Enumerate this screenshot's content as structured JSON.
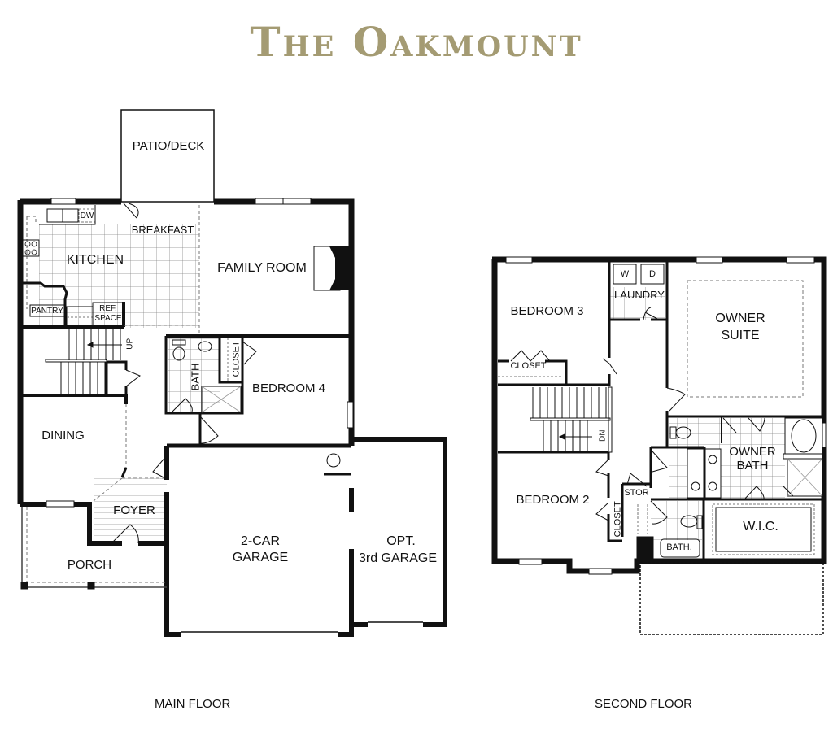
{
  "title": "The Oakmount",
  "colors": {
    "title": "#a49b73",
    "wall": "#111111",
    "background": "#ffffff"
  },
  "main_floor": {
    "caption": "MAIN FLOOR",
    "rooms": {
      "patio": "PATIO/DECK",
      "breakfast": "BREAKFAST",
      "kitchen": "KITCHEN",
      "family_room": "FAMILY ROOM",
      "pantry": "PANTRY",
      "ref_space_1": "REF.",
      "ref_space_2": "SPACE",
      "dw": "DW",
      "stair_up": "UP",
      "bath": "BATH",
      "closet": "CLOSET",
      "bedroom4": "BEDROOM 4",
      "dining": "DINING",
      "foyer": "FOYER",
      "porch": "PORCH",
      "garage_1": "2-CAR",
      "garage_2": "GARAGE",
      "opt_garage_1": "OPT.",
      "opt_garage_2": "3rd GARAGE"
    }
  },
  "second_floor": {
    "caption": "SECOND FLOOR",
    "rooms": {
      "bedroom3": "BEDROOM 3",
      "closet3": "CLOSET",
      "laundry": "LAUNDRY",
      "washer": "W",
      "dryer": "D",
      "owner_suite_1": "OWNER",
      "owner_suite_2": "SUITE",
      "stair_dn": "DN",
      "owner_bath_1": "OWNER",
      "owner_bath_2": "BATH",
      "bedroom2": "BEDROOM 2",
      "stor": "STOR",
      "closet2": "CLOSET",
      "wic": "W.I.C.",
      "bath": "BATH."
    }
  }
}
